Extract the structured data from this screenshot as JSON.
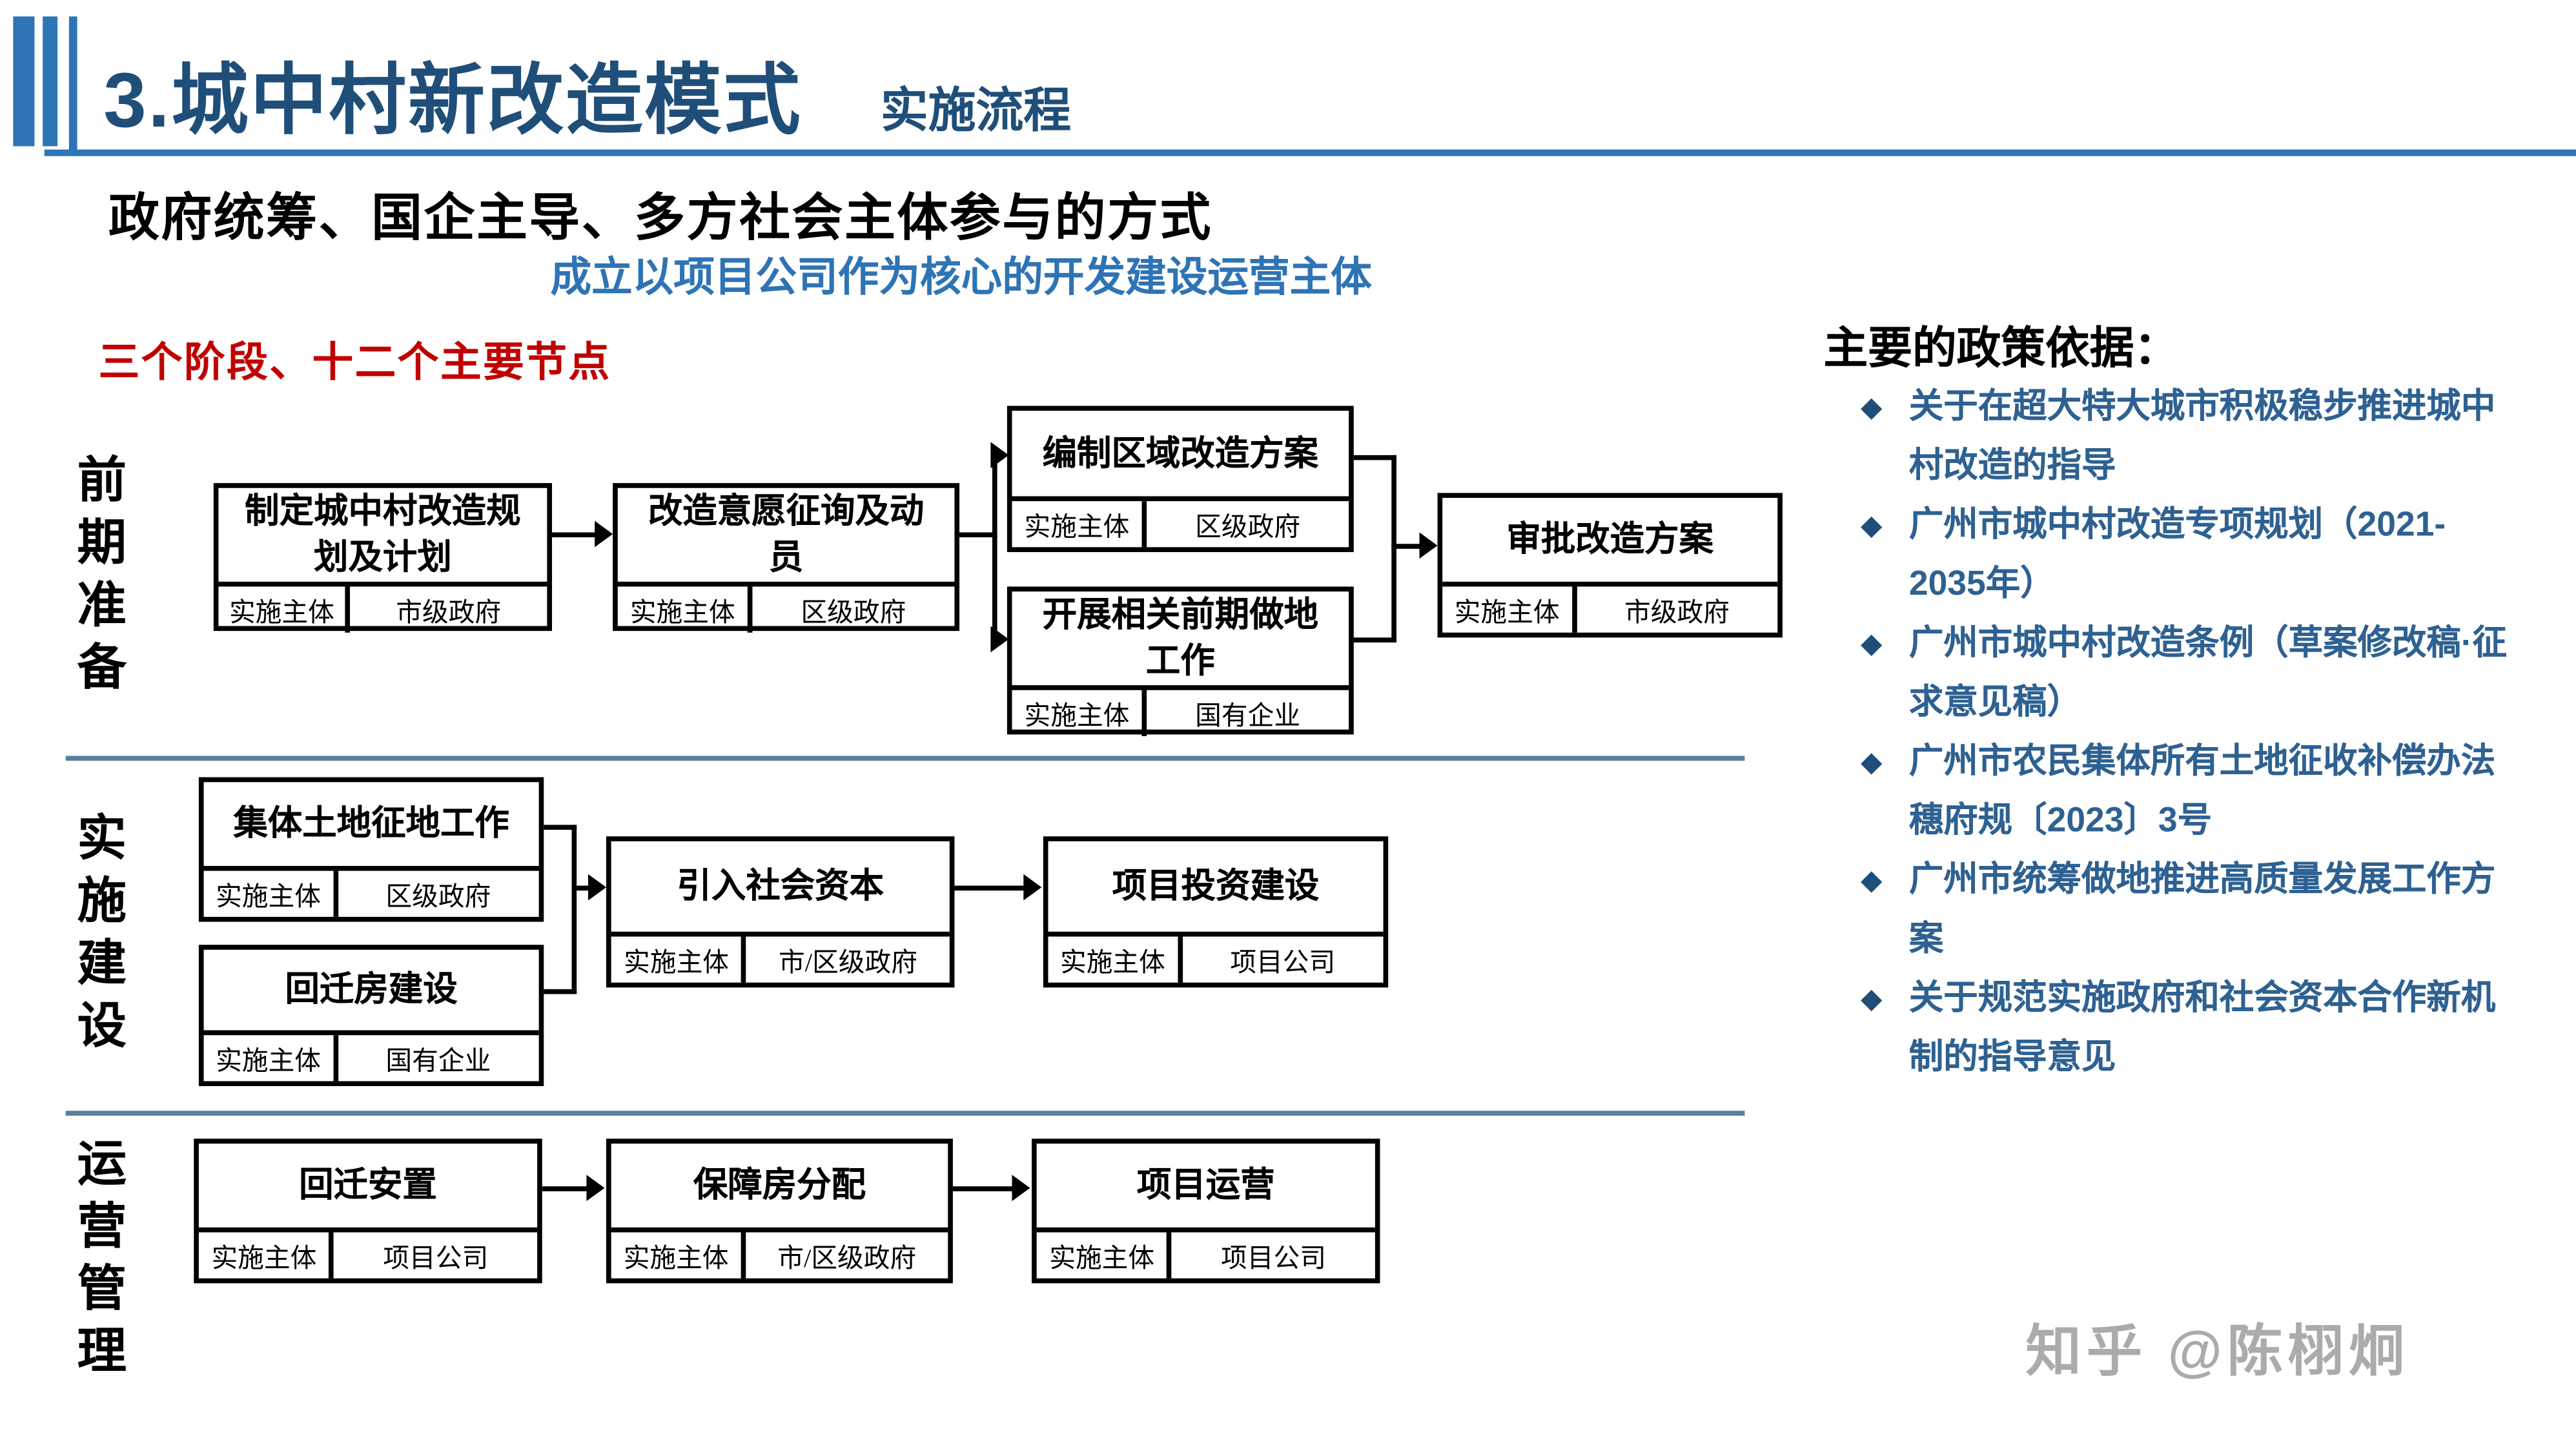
{
  "header": {
    "title": "3.城中村新改造模式",
    "subtitle": "实施流程"
  },
  "intro": {
    "heading": "政府统筹、国企主导、多方社会主体参与的方式",
    "subheading": "成立以项目公司作为核心的开发建设运营主体",
    "stages_note": "三个阶段、十二个主要节点"
  },
  "policy": {
    "title": "主要的政策依据：",
    "bullet_glyph": "◆",
    "items": [
      "关于在超大特大城市积极稳步推进城中村改造的指导",
      "广州市城中村改造专项规划（2021-2035年）",
      "广州市城中村改造条例（草案修改稿·征求意见稿）",
      "广州市农民集体所有土地征收补偿办法 穗府规〔2023〕3号",
      "广州市统筹做地推进高质量发展工作方案",
      "关于规范实施政府和社会资本合作新机制的指导意见"
    ]
  },
  "flow": {
    "attr_label": "实施主体",
    "stage1": {
      "label": "前期准备"
    },
    "stage2": {
      "label": "实施建设"
    },
    "stage3": {
      "label": "运营管理"
    },
    "boxes": {
      "a": {
        "title": "制定城中村改造规划及计划",
        "value": "市级政府"
      },
      "b": {
        "title": "改造意愿征询及动员",
        "value": "区级政府"
      },
      "c": {
        "title": "编制区域改造方案",
        "value": "区级政府"
      },
      "d": {
        "title": "开展相关前期做地工作",
        "value": "国有企业"
      },
      "e": {
        "title": "审批改造方案",
        "value": "市级政府"
      },
      "f": {
        "title": "集体土地征地工作",
        "value": "区级政府"
      },
      "g": {
        "title": "回迁房建设",
        "value": "国有企业"
      },
      "h": {
        "title": "引入社会资本",
        "value": "市/区级政府"
      },
      "i": {
        "title": "项目投资建设",
        "value": "项目公司"
      },
      "j": {
        "title": "回迁安置",
        "value": "项目公司"
      },
      "k": {
        "title": "保障房分配",
        "value": "市/区级政府"
      },
      "l": {
        "title": "项目运营",
        "value": "项目公司"
      }
    }
  },
  "watermark": "知乎 @陈栩炯",
  "colors": {
    "accent_blue": "#2E75B6",
    "title_navy": "#1F4E79",
    "heading_black": "#000000",
    "note_red": "#C00000",
    "policy_blue": "#2E6191",
    "separator_blue": "#5B7E9E",
    "watermark_gray": "#ABABAB"
  }
}
